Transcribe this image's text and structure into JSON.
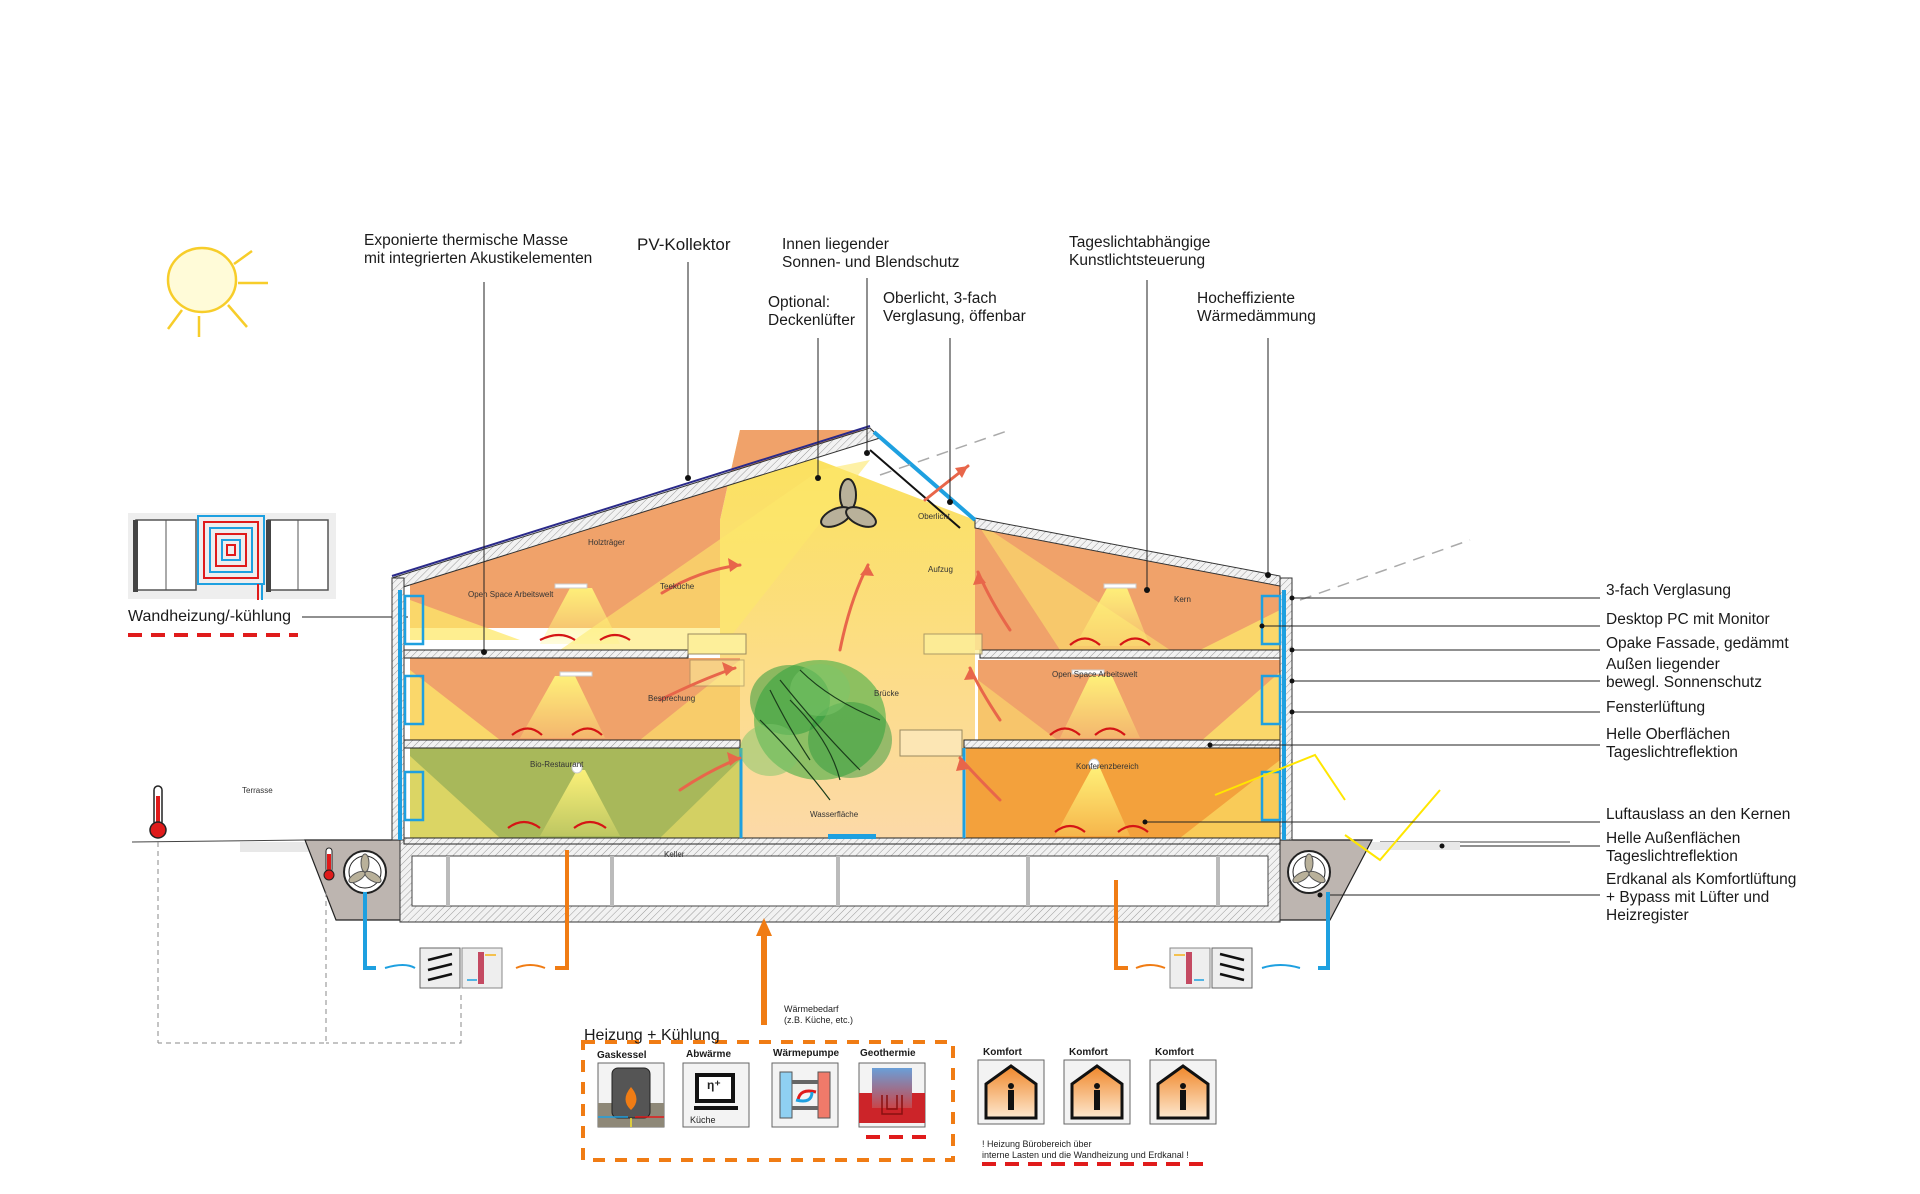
{
  "colors": {
    "warm_orange": "#f0a26a",
    "light_yellow": "#fde86b",
    "restaurant_green": "#a8b85a",
    "conference_orange": "#f3a13c",
    "cool_blue": "#1ea0e0",
    "heat_red": "#e01b1b",
    "pipe_orange": "#f07c14",
    "sun_yellow": "#f7cd2a",
    "ground_gray": "#bdb5b0"
  },
  "callouts_top": [
    {
      "id": "thermal-mass",
      "lines": [
        "Exponierte thermische Masse",
        "mit integrierten Akustikelementen"
      ]
    },
    {
      "id": "pv-collector",
      "lines": [
        "PV-Kollektor"
      ]
    },
    {
      "id": "inner-sunshade",
      "lines": [
        "Innen liegender",
        "Sonnen- und Blendschutz"
      ]
    },
    {
      "id": "ceiling-fan",
      "lines": [
        "Optional:",
        "Deckenlüfter"
      ]
    },
    {
      "id": "skylight",
      "lines": [
        "Oberlicht, 3-fach",
        "Verglasung, öffenbar"
      ]
    },
    {
      "id": "daylight-control",
      "lines": [
        "Tageslichtabhängige",
        "Kunstlichtsteuerung"
      ]
    },
    {
      "id": "insulation",
      "lines": [
        "Hocheffiziente",
        "Wärmedämmung"
      ]
    }
  ],
  "callouts_right": [
    {
      "id": "triple-glazing",
      "lines": [
        "3-fach Verglasung"
      ]
    },
    {
      "id": "desktop-pc",
      "lines": [
        "Desktop PC mit Monitor"
      ]
    },
    {
      "id": "opaque-facade",
      "lines": [
        "Opake Fassade, gedämmt"
      ]
    },
    {
      "id": "outer-sunshade",
      "lines": [
        "Außen liegender",
        "bewegl. Sonnenschutz"
      ]
    },
    {
      "id": "window-ventilation",
      "lines": [
        "Fensterlüftung"
      ]
    },
    {
      "id": "bright-surfaces",
      "lines": [
        "Helle Oberflächen",
        "Tageslichtreflektion"
      ]
    },
    {
      "id": "air-outlet",
      "lines": [
        "Luftauslass an den Kernen"
      ]
    },
    {
      "id": "bright-outer-surfaces",
      "lines": [
        "Helle Außenflächen",
        "Tageslichtreflektion"
      ]
    },
    {
      "id": "earth-duct",
      "lines": [
        "Erdkanal als Komfortlüftung",
        "+ Bypass mit Lüfter und",
        "Heizregister"
      ]
    }
  ],
  "wall_heating": {
    "label": "Wandheizung/-kühlung"
  },
  "rooms": {
    "holztraeger": "Holzträger",
    "open_space_1": "Open Space Arbeitswelt",
    "teekueche": "Teeküche",
    "oberlicht": "Oberlicht",
    "aufzug": "Aufzug",
    "kern": "Kern",
    "besprechung": "Besprechung",
    "bruecke": "Brücke",
    "open_space_2": "Open Space Arbeitswelt",
    "bio_restaurant": "Bio-Restaurant",
    "konferenzbereich": "Konferenzbereich",
    "wasserflaeche": "Wasserfläche",
    "keller": "Keller",
    "terrasse": "Terrasse"
  },
  "heat_demand": {
    "lines": [
      "Wärmebedarf",
      "(z.B. Küche, etc.)"
    ]
  },
  "heating_cooling": {
    "title": "Heizung + Kühlung",
    "sources": [
      {
        "label": "Gaskessel",
        "icon": "gas-boiler-icon"
      },
      {
        "label": "Abwärme",
        "icon": "waste-heat-computer-icon",
        "sublabel": "Küche",
        "symbol": "η⁺"
      },
      {
        "label": "Wärmepumpe",
        "icon": "heat-pump-icon"
      },
      {
        "label": "Geothermie",
        "icon": "geothermal-icon"
      }
    ]
  },
  "comfort": {
    "items": [
      {
        "label": "Komfort",
        "icon": "comfort-house-icon"
      },
      {
        "label": "Komfort",
        "icon": "comfort-house-icon"
      },
      {
        "label": "Komfort",
        "icon": "comfort-house-icon"
      }
    ],
    "note": [
      "! Heizung Bürobereich über",
      "interne Lasten und die Wandheizung und Erdkanal !"
    ]
  }
}
